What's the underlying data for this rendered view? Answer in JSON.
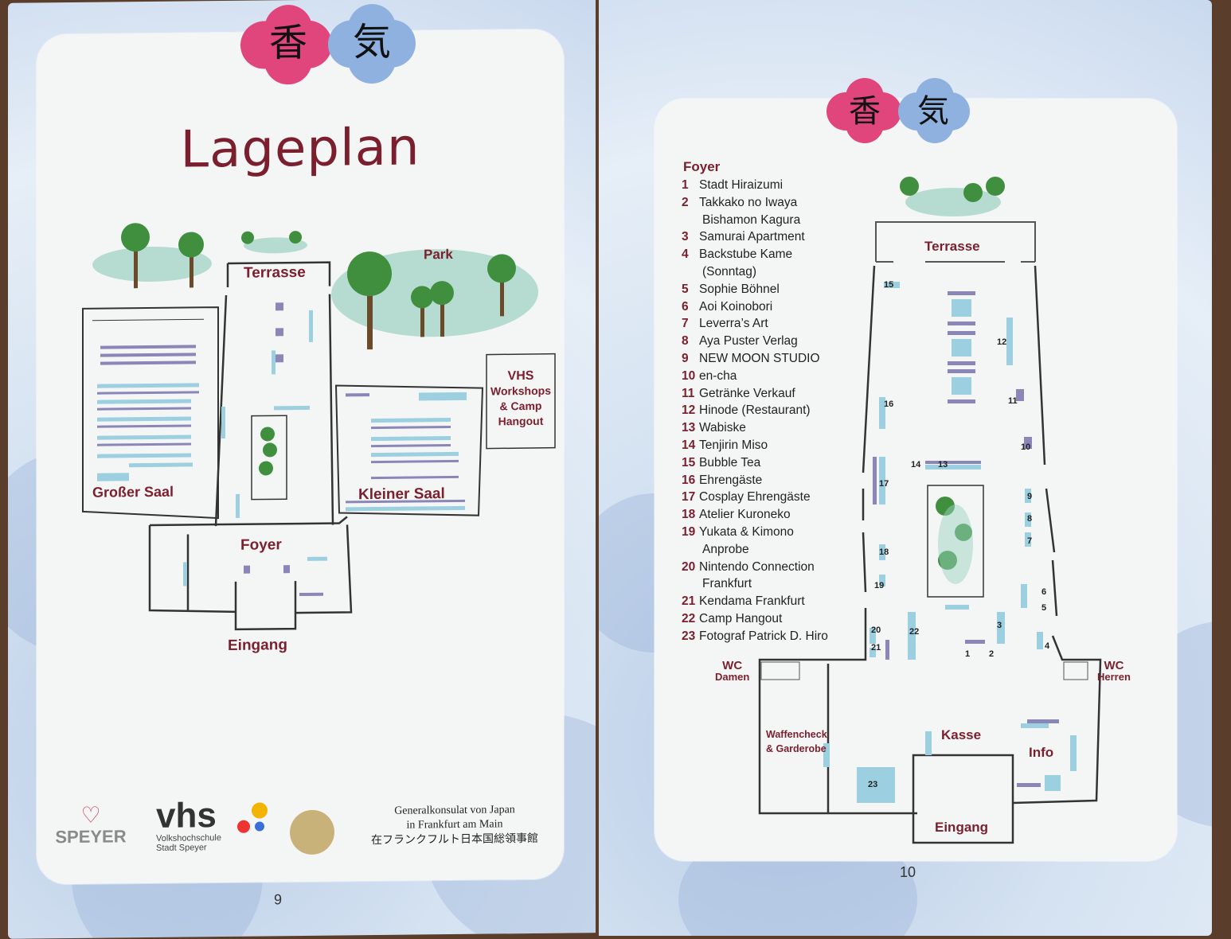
{
  "left_page": {
    "title": "Lageplan",
    "logo_chars": [
      "香",
      "気"
    ],
    "areas": {
      "terrasse": "Terrasse",
      "park": "Park",
      "grosser_saal": "Großer Saal",
      "kleiner_saal": "Kleiner Saal",
      "foyer": "Foyer",
      "eingang": "Eingang",
      "vhs_line1": "VHS",
      "vhs_line2": "Workshops",
      "vhs_line3": "& Camp",
      "vhs_line4": "Hangout"
    },
    "sponsors": {
      "speyer": "SPEYER",
      "vhs_logo": "vhs",
      "vhs_sub1": "Volkshochschule",
      "vhs_sub2": "Stadt Speyer",
      "consulate_line1": "Generalkonsulat von Japan",
      "consulate_line2": "in Frankfurt am Main",
      "consulate_line3": "在フランクフルト日本国総領事館"
    },
    "page_number": "9"
  },
  "right_page": {
    "logo_chars": [
      "香",
      "気"
    ],
    "legend_title": "Foyer",
    "legend": [
      {
        "n": "1",
        "text": "Stadt Hiraizumi"
      },
      {
        "n": "2",
        "text": "Takkako no Iwaya"
      },
      {
        "n": "",
        "text": "Bishamon Kagura"
      },
      {
        "n": "3",
        "text": "Samurai Apartment"
      },
      {
        "n": "4",
        "text": "Backstube Kame"
      },
      {
        "n": "",
        "text": "(Sonntag)"
      },
      {
        "n": "5",
        "text": "Sophie Böhnel"
      },
      {
        "n": "6",
        "text": "Aoi Koinobori"
      },
      {
        "n": "7",
        "text": "Leverra’s Art"
      },
      {
        "n": "8",
        "text": "Aya Puster Verlag"
      },
      {
        "n": "9",
        "text": "NEW MOON STUDIO"
      },
      {
        "n": "10",
        "text": "en-cha"
      },
      {
        "n": "11",
        "text": "Getränke Verkauf"
      },
      {
        "n": "12",
        "text": "Hinode (Restaurant)"
      },
      {
        "n": "13",
        "text": "Wabiske"
      },
      {
        "n": "14",
        "text": "Tenjirin Miso"
      },
      {
        "n": "15",
        "text": "Bubble Tea"
      },
      {
        "n": "16",
        "text": "Ehrengäste"
      },
      {
        "n": "17",
        "text": "Cosplay Ehrengäste"
      },
      {
        "n": "18",
        "text": "Atelier Kuroneko"
      },
      {
        "n": "19",
        "text": "Yukata & Kimono"
      },
      {
        "n": "",
        "text": "Anprobe"
      },
      {
        "n": "20",
        "text": "Nintendo Connection"
      },
      {
        "n": "",
        "text": "Frankfurt"
      },
      {
        "n": "21",
        "text": "Kendama Frankfurt"
      },
      {
        "n": "22",
        "text": "Camp Hangout"
      },
      {
        "n": "23",
        "text": "Fotograf Patrick D. Hiro"
      }
    ],
    "areas": {
      "terrasse": "Terrasse",
      "wc_left": "WC",
      "wc_left_sub": "Damen",
      "wc_right": "WC",
      "wc_right_sub": "Herren",
      "waffencheck_1": "Waffencheck",
      "waffencheck_2": "& Garderobe",
      "kasse": "Kasse",
      "info": "Info",
      "eingang": "Eingang"
    },
    "map_numbers": [
      "15",
      "12",
      "11",
      "16",
      "10",
      "14",
      "13",
      "17",
      "9",
      "8",
      "7",
      "18",
      "19",
      "6",
      "5",
      "3",
      "20",
      "22",
      "21",
      "1",
      "2",
      "4",
      "23"
    ],
    "page_number": "10"
  },
  "colors": {
    "maroon": "#7b1f2f",
    "pink_petal": "#e0457b",
    "blue_petal": "#8fb1df",
    "table": "#9ccfe0",
    "chair": "#8a86b8"
  }
}
